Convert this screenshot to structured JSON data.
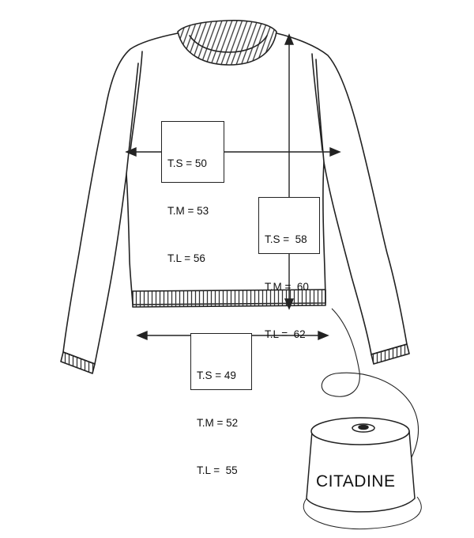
{
  "measurements": {
    "chest_width": {
      "lines": [
        "T.S = 50",
        "T.M = 53",
        "T.L = 56"
      ]
    },
    "body_length": {
      "lines": [
        "T.S =  58",
        "T.M =  60",
        "T.L =  62"
      ]
    },
    "hem_width": {
      "lines": [
        "T.S = 49",
        "T.M = 52",
        "T.L =  55"
      ]
    }
  },
  "yarn_cone": {
    "label": "CITADINE"
  },
  "colors": {
    "ink": "#222222",
    "background": "#ffffff"
  },
  "icons": [
    "sweater-illustration",
    "yarn-cone-illustration",
    "arrow-head"
  ]
}
